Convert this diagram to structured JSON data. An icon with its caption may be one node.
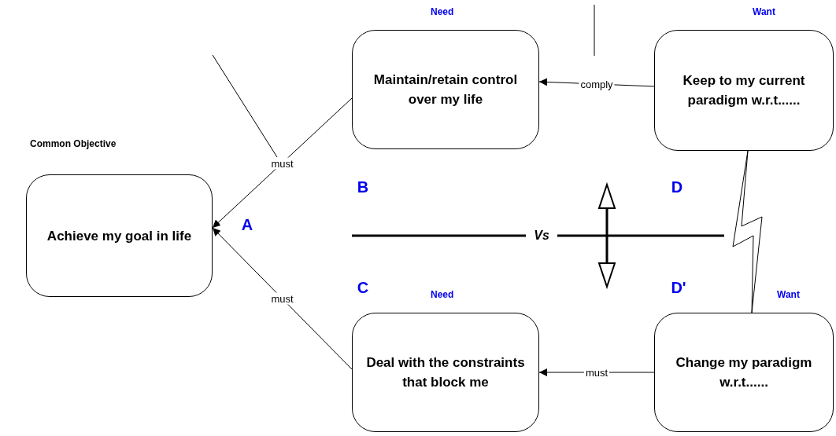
{
  "diagram": {
    "nodes": [
      {
        "text": [
          "Achieve my goal in life"
        ],
        "beside": [
          "Common Objective"
        ]
      },
      {
        "text": [
          "Maintain/retain control over my life"
        ],
        "beside": [
          "Need"
        ]
      },
      {
        "text": [
          "Keep to my current paradigm w.r.t......"
        ],
        "beside": [
          "Want"
        ]
      },
      {
        "text": [
          "Deal with the constraints that block me"
        ],
        "beside": [
          "Need"
        ]
      },
      {
        "text": [
          "Change my paradigm w.r.t......"
        ],
        "beside": [
          "Want"
        ]
      }
    ],
    "edges": [
      {
        "from": 1,
        "to": 0,
        "arrow": "to",
        "label": "must"
      },
      {
        "from": 3,
        "to": 0,
        "arrow": "to",
        "label": "must"
      },
      {
        "from": 2,
        "to": 1,
        "arrow": "to",
        "label": "comply"
      },
      {
        "from": 4,
        "to": 3,
        "arrow": "to",
        "label": "must"
      },
      {
        "from": 2,
        "to": 4,
        "arrow": "none"
      }
    ],
    "labels": [
      "B",
      "D",
      "A",
      "Vs",
      "C",
      "D'"
    ]
  }
}
